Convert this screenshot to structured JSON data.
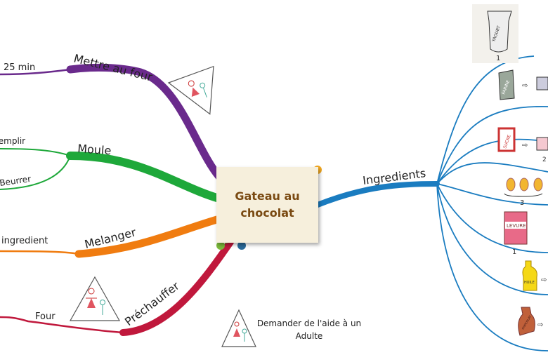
{
  "center": {
    "title_line1": "Gateau au",
    "title_line2": "chocolat"
  },
  "branches": {
    "mettre_au_four": {
      "label": "Mettre au four",
      "sub": "25 min"
    },
    "moule": {
      "label": "Moule",
      "sub1": "Remplir",
      "sub2": "Beurrer"
    },
    "melanger": {
      "label": "Melanger",
      "sub": "ingredient"
    },
    "prechauffer": {
      "label": "Préchauffer",
      "sub": "Four"
    },
    "ingredients": {
      "label": "Ingredients"
    }
  },
  "ingredient_drawings": {
    "yaourt": "YAOURT",
    "yaourt_qty": "1",
    "farine": "FARINE",
    "sucre": "SUCRE",
    "sucre_qty": "2",
    "oeufs_qty": "3",
    "levure": "LEVURE",
    "levure_qty": "1",
    "huile": "HUILE",
    "chocolat": "CHOCOLAT"
  },
  "note": {
    "text": "Demander de l'aide à un Adulte"
  },
  "colors": {
    "purple": "#6a2a8c",
    "green": "#1ea83a",
    "orange": "#f07c10",
    "red": "#c0183c",
    "blue": "#1a7cc0",
    "center_bg": "#f6efdc",
    "center_text": "#7a4a12"
  }
}
